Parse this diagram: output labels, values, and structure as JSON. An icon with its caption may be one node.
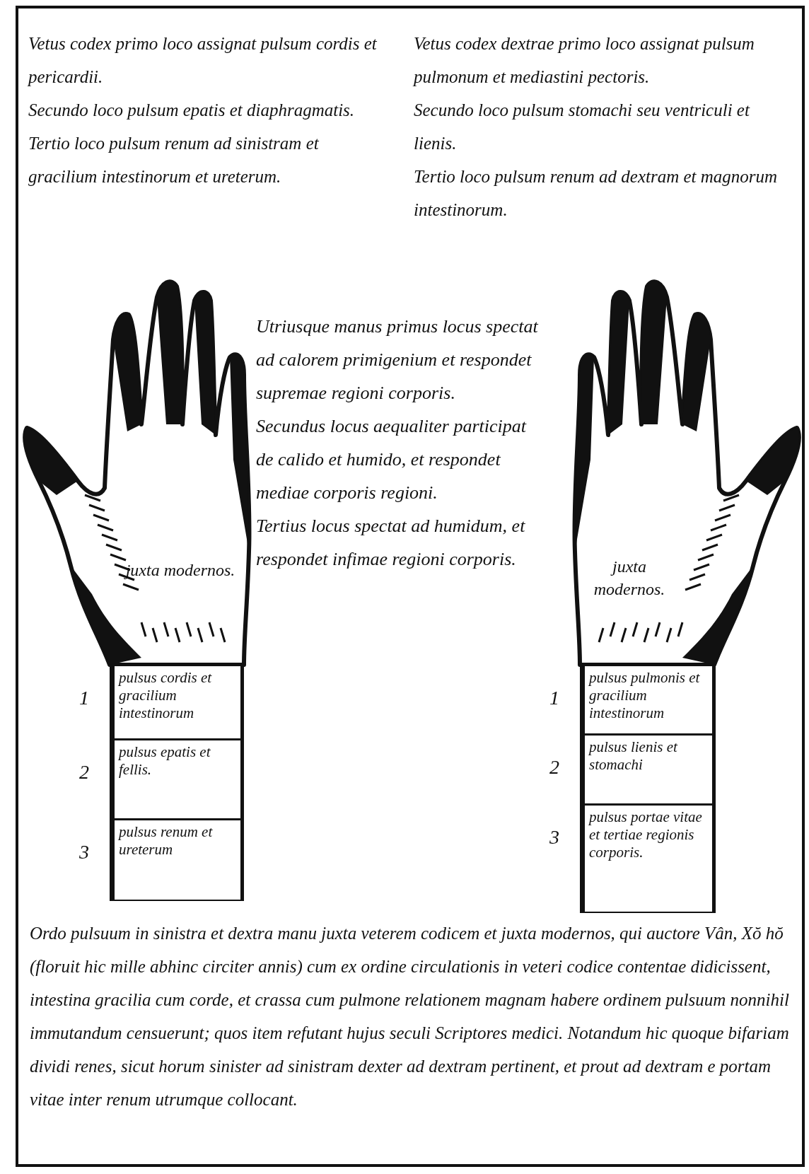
{
  "diagram": {
    "nodes": [
      {
        "text": [
          "pulsus cordis et gracilium intestinorum"
        ],
        "beside": [
          "1"
        ]
      },
      {
        "text": [
          "pulsus epatis et fellis."
        ],
        "beside": [
          "2"
        ]
      },
      {
        "text": [
          "pulsus renum et ureterum"
        ],
        "beside": [
          "3"
        ]
      },
      {
        "text": [
          "pulsus pulmonis et gracilium intestinorum"
        ],
        "beside": [
          "1"
        ]
      },
      {
        "text": [
          "pulsus lienis et stomachi"
        ],
        "beside": [
          "2"
        ]
      },
      {
        "text": [
          "pulsus portae vitae et tertiae regionis corporis."
        ],
        "beside": [
          "3"
        ]
      }
    ],
    "labels": [
      "Vetus codex primo loco assignat pulsum cordis et pericardii.",
      "Secundo loco pulsum epatis et diaphragmatis.",
      "Tertio loco pulsum renum ad sinistram et gracilium intestinorum et ureterum.",
      "Vetus codex dextrae primo loco assignat pulsum pulmonum et mediastini pectoris.",
      "Secundo loco pulsum stomachi seu ventriculi et lienis.",
      "Tertio loco pulsum renum ad dextram et magnorum intestinorum.",
      "Utriusque manus primus locus spectat ad calorem primigenium et respondet supremae regioni corporis.",
      "Secundus locus aequaliter participat de calido et humido, et respondet mediae corporis regioni.",
      "Tertius locus spectat ad humidum, et respondet infimae regioni corporis.",
      "juxta modernos.",
      "juxta modernos.",
      "Ordo pulsuum in sinistra et dextra manu juxta veterem codicem et juxta modernos, qui auctore Vân, Xŏ hŏ (floruit hic mille abhinc circiter annis) cum ex ordine circulationis in veteri codice contentae didicissent, intestina gracilia cum corde, et crassa cum pulmone relationem magnam habere ordinem pulsuum nonnihil immutandum censuerunt; quos item refutant hujus seculi Scriptores medici. Notandum hic quoque bifariam dividi renes, sicut horum sinister ad sinistram dexter ad dextram pertinent, et prout ad dextram e portam vitae inter renum utrumque collocant."
    ]
  }
}
